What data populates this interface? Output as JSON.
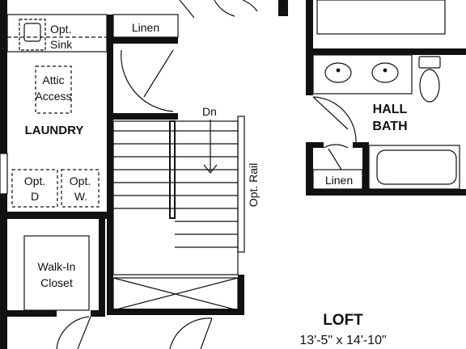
{
  "labels": {
    "opt_sink_line1": "Opt.",
    "opt_sink_line2": "Sink",
    "linen_top": "Linen",
    "attic_line1": "Attic",
    "attic_line2": "Access",
    "laundry": "LAUNDRY",
    "dryer_line1": "Opt.",
    "dryer_line2": "D",
    "washer_line1": "Opt.",
    "washer_line2": "W.",
    "stairs_down": "Dn",
    "opt_rail": "Opt. Rail",
    "hall_bath_line1": "HALL",
    "hall_bath_line2": "BATH",
    "linen_bath": "Linen",
    "walkin_line1": "Walk-In",
    "walkin_line2": "Closet",
    "loft": "LOFT",
    "loft_dims": "13'-5\" x 14'-10\""
  },
  "colors": {
    "wall": "#111111",
    "background": "#ffffff"
  }
}
